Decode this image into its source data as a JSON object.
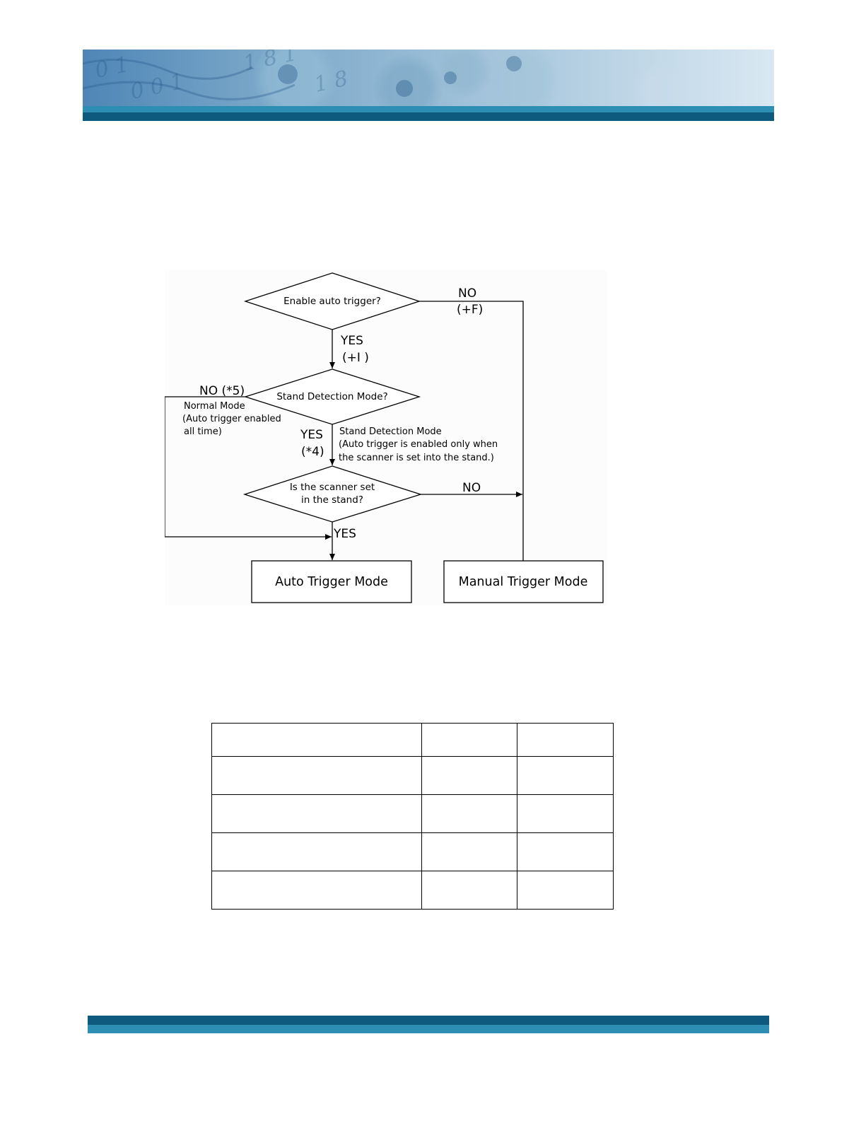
{
  "flowchart": {
    "decision_auto_trigger": "Enable auto trigger?",
    "decision_stand_mode": "Stand Detection Mode?",
    "decision_in_stand_line1": "Is the scanner set",
    "decision_in_stand_line2": "in the stand?",
    "yes_h_line1": "YES",
    "yes_h_line2": "(+I )",
    "no_f_line1": "NO",
    "no_f_line2": "(+F)",
    "no_5": "NO  (*5)",
    "normal_mode_line1": "Normal Mode",
    "normal_mode_line2": "(Auto trigger enabled",
    "normal_mode_line3": "all time)",
    "yes_4_line1": "YES",
    "yes_4_line2": "(*4)",
    "stand_mode_line1": "Stand Detection Mode",
    "stand_mode_line2": "(Auto trigger is enabled only when",
    "stand_mode_line3": "the scanner is set into the stand.)",
    "no_stand": "NO",
    "yes_stand": "YES",
    "auto_trigger_mode": "Auto Trigger Mode",
    "manual_trigger_mode": "Manual Trigger Mode"
  }
}
